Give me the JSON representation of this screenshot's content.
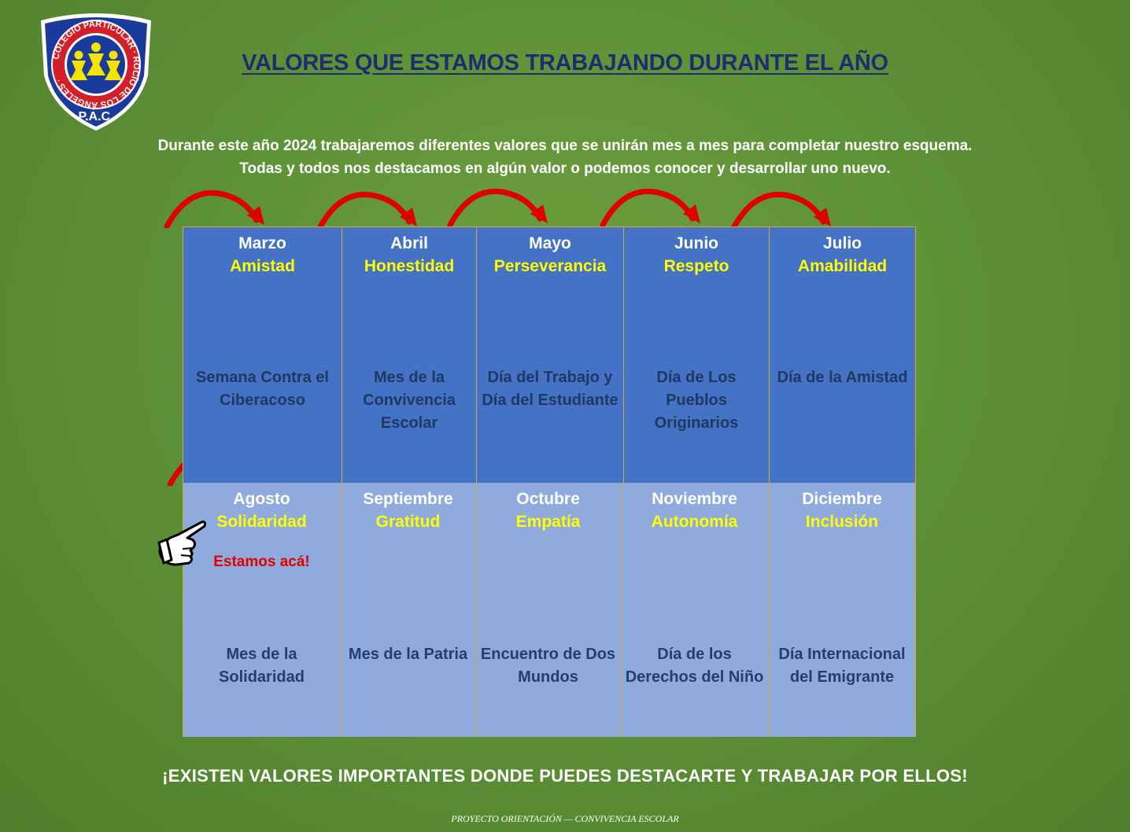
{
  "header": {
    "title": "VALORES QUE ESTAMOS TRABAJANDO DURANTE EL AÑO",
    "intro_line1": "Durante este año 2024 trabajaremos diferentes valores que se unirán mes a mes para completar nuestro esquema.",
    "intro_line2": "Todas y todos nos destacamos en algún valor o podemos conocer y desarrollar uno nuevo."
  },
  "logo": {
    "ring_text": "COLEGIO PARTICULAR · ROCÍO DE LOS ÁNGELES",
    "initials": "P.A.C.",
    "colors": {
      "shield": "#1a3a9c",
      "ring": "#d31f2a",
      "figures": "#f5e300"
    }
  },
  "months_top": [
    {
      "month": "Marzo",
      "value": "Amistad",
      "event": "Semana Contra el Ciberacoso"
    },
    {
      "month": "Abril",
      "value": "Honestidad",
      "event": "Mes de la Convivencia Escolar"
    },
    {
      "month": "Mayo",
      "value": "Perseverancia",
      "event": "Día del Trabajo y Día del Estudiante"
    },
    {
      "month": "Junio",
      "value": "Respeto",
      "event": "Día de Los Pueblos Originarios"
    },
    {
      "month": "Julio",
      "value": "Amabilidad",
      "event": "Día de la Amistad"
    }
  ],
  "months_bottom": [
    {
      "month": "Agosto",
      "value": "Solidaridad",
      "event": "Mes de la Solidaridad",
      "marker": "Estamos acá!"
    },
    {
      "month": "Septiembre",
      "value": "Gratitud",
      "event": "Mes de la Patria"
    },
    {
      "month": "Octubre",
      "value": "Empatía",
      "event": "Encuentro de Dos Mundos"
    },
    {
      "month": "Noviembre",
      "value": "Autonomía",
      "event": "Día de los Derechos del Niño"
    },
    {
      "month": "Diciembre",
      "value": "Inclusión",
      "event": "Día Internacional del Emigrante"
    }
  ],
  "footer": {
    "slogan": "¡EXISTEN VALORES IMPORTANTES DONDE PUEDES DESTACARTE Y TRABAJAR POR ELLOS!",
    "credit": "PROYECTO ORIENTACIÓN — CONVIVENCIA ESCOLAR"
  },
  "colors": {
    "background": "#5e9237",
    "top_row": "#4472c4",
    "bottom_row": "#8faadc",
    "value_text": "#ffff00",
    "arrow": "#e00000",
    "title_text": "#1f2c6e"
  },
  "icons": [
    "school-logo-icon",
    "curved-arrow-icon",
    "pointing-hand-icon"
  ]
}
